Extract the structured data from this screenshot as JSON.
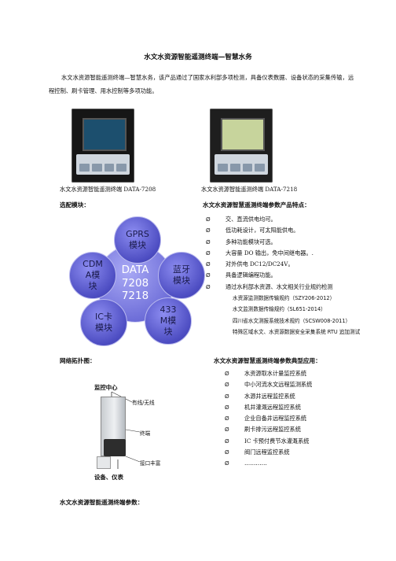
{
  "title": "水文水资源智能遥测终端—智慧水务",
  "intro": "水文水资源智能遥测终端—智慧水务，该产品通过了国家水利部多项检测，具备仪表数据、设备状态的采集传输，远程控制、刷卡管理、用水控制等多项功能。",
  "products": [
    {
      "caption": "水文水资源智能遥测终端 DATA-7208"
    },
    {
      "caption": "水文水资源智能遥测终端 DATA-7218"
    }
  ],
  "modules_heading": "选配模块：",
  "diagram": {
    "center": "DATA\n7208\n7218",
    "modules": [
      "GPRS\n模块",
      "蓝牙\n模块",
      "433\nM模\n块",
      "IC卡\n模块",
      "CDM\nA模\n块"
    ]
  },
  "features_heading": "水文水资源智慧遥测终端参数产品特点：",
  "bullet_mark": "Ø",
  "features": [
    "交、直流供电均可。",
    "低功耗设计，可太阳能供电。",
    "多种功能模块可选。",
    "大容量 DO 输出，免中间继电器。.",
    "对外供电 DC12/DC24V。",
    "具备逻辑编程功能。",
    "通过水利部水资源、水文相关行业规约检测"
  ],
  "standards": [
    "水资源监测数据传输规约（SZY206-2012）",
    "水文监测数据传输规约（SL651-2014）",
    "四川省水文测报系统技术规约（SCSW008-2011）",
    "特殊区域水文、水资源数据安全采集系统 RTU 追加测试"
  ],
  "network_heading": "网络拓扑图：",
  "network": {
    "top": "监控中心",
    "link": "有线/无线",
    "terminal": "终端",
    "ports": "接口丰富",
    "bottom": "设备、仪表"
  },
  "apps_heading": "水文水资源智慧遥测终端参数典型应用：",
  "applications": [
    "水资源取水计量监控系统",
    "中小河流水文远程监测系统",
    "水源井远程监控系统",
    "机井灌溉远程监控系统",
    "企业自备井远程监控系统",
    "刷卡排污远程监控系统",
    "IC 卡预付费节水灌溉系统",
    "阀门远程监控系统",
    "…………"
  ],
  "params_heading": "水文水资源智能遥测终端参数：",
  "colors": {
    "module_fill": "#4d4dc2",
    "center_fill": "#6f6fd9",
    "lcd_left": "#1c4f6e",
    "lcd_right": "#c7d49c"
  }
}
